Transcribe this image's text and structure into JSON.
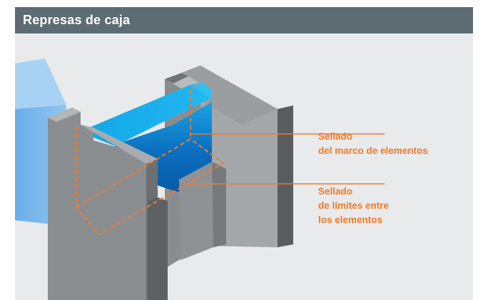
{
  "header": {
    "title": "Represas de caja"
  },
  "callouts": [
    {
      "lines": [
        "Sellado",
        "del marco de elementos"
      ]
    },
    {
      "lines": [
        "Sellado",
        "de límites entre",
        "los elementos"
      ]
    }
  ],
  "colors": {
    "header_bg": "#5d6b72",
    "background": "#e9eaeb",
    "accent_orange": "#f07a2a",
    "water_blue": "#1aa7e6",
    "concrete_gray": "#878a8d"
  }
}
